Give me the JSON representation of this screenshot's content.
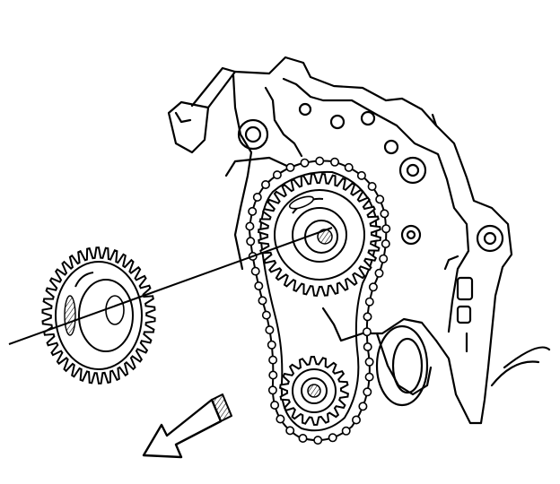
{
  "diagram": {
    "colors": {
      "ink": "#000000",
      "paper": "#ffffff",
      "hatch": "#000000"
    },
    "parts": {
      "engine_front_cover": "engine-front-cover",
      "camshaft_sprocket": "camshaft-sprocket",
      "crankshaft_sprocket": "crankshaft-sprocket",
      "timing_chain": "timing-chain",
      "removed_sprocket": "removed-sprocket",
      "crank_pulley_hub": "crankshaft-hub",
      "direction_arrow": "direction-arrow"
    },
    "gear_teeth": {
      "camshaft_sprocket": 36,
      "crankshaft_sprocket": 18,
      "removed_sprocket": 38
    }
  }
}
